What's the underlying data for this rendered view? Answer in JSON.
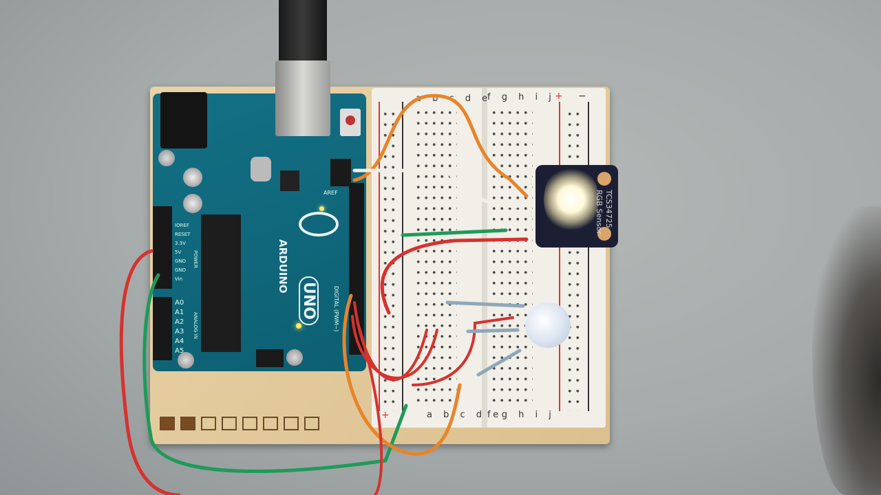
{
  "arduino": {
    "brand": "ARDUINO",
    "model": "UNO",
    "digital_label": "DIGITAL (PWM~)",
    "power_label": "POWER",
    "analog_label": "ANALOG IN",
    "aref_label": "AREF",
    "power_pins": [
      "IOREF",
      "RESET",
      "3.3V",
      "5V",
      "GND",
      "GND",
      "Vin"
    ],
    "analog_pins": [
      "A0",
      "A1",
      "A2",
      "A3",
      "A4",
      "A5"
    ]
  },
  "breadboard": {
    "columns_left": "a b c d e",
    "columns_right": "f g h i j",
    "rail_plus": "+",
    "rail_minus": "−"
  },
  "sensor": {
    "model": "TCS34725",
    "label": "RGB Sensor"
  },
  "colors": {
    "board": "#137085",
    "wood": "#e2c897",
    "wire_red": "#d6322e",
    "wire_green": "#1e9a5a",
    "wire_orange": "#e8842a",
    "wire_white": "#f2efe6"
  }
}
